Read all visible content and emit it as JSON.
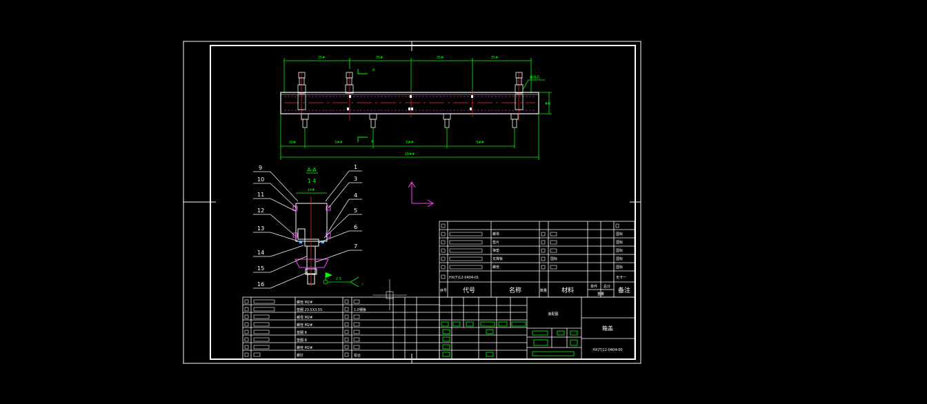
{
  "colors": {
    "background": "#000000",
    "line": "#ffffff",
    "dimension": "#00ff00",
    "centerline": "#ff2a2a",
    "highlight": "#ff44ff"
  },
  "top_view": {
    "top_dims": [
      "35#",
      "35#",
      "35#",
      "35#"
    ],
    "bottom_dims": [
      "10#",
      "5##",
      "5##",
      "5##"
    ],
    "overall_dim": "19##",
    "height_dim": "#0",
    "section_mark": "A",
    "callout": "螺栓孔"
  },
  "section_view": {
    "title": "A-A",
    "scale": "1 4",
    "width_dim": "14#",
    "left_labels": [
      "9",
      "10",
      "11",
      "12",
      "13",
      "14",
      "15",
      "16"
    ],
    "right_labels": [
      "1",
      "3",
      "4",
      "5",
      "6",
      "7"
    ],
    "roughness": "2.5"
  },
  "parts_list_upper": {
    "rows": [
      {
        "name": "螺母",
        "material": "",
        "note": "国标"
      },
      {
        "name": "垫片",
        "material": "",
        "note": "国标"
      },
      {
        "name": "弹垫",
        "material": "",
        "note": "国标"
      },
      {
        "name": "支撑板",
        "material": "",
        "note": "国标"
      },
      {
        "name": "螺栓",
        "material": "国标",
        "note": "国标"
      },
      {
        "code": "HX(T)12-0404-01",
        "name": "",
        "material": "",
        "note": "无卡一"
      }
    ],
    "header": [
      "序号",
      "代号",
      "名称",
      "数量",
      "材料",
      "单件",
      "总计",
      "备注"
    ],
    "weight_label": "重量"
  },
  "parts_list_lower": {
    "rows": [
      {
        "name": "螺栓 M2#",
        "qty": ""
      },
      {
        "name": "垫圈 23.5X3.55",
        "qty": "1.0钢板"
      },
      {
        "name": "螺母 M2#",
        "qty": ""
      },
      {
        "name": "螺栓 M2#",
        "qty": ""
      },
      {
        "name": "垫圈 8",
        "qty": ""
      },
      {
        "name": "垫圈 8",
        "qty": ""
      },
      {
        "name": "螺栓 M2#",
        "qty": ""
      },
      {
        "name": "螺钉",
        "qty": "铝合"
      }
    ]
  },
  "title_block": {
    "assembly_label": "装配图",
    "part_name": "箱盖",
    "drawing_number": "HX(T)12-0404-00"
  }
}
